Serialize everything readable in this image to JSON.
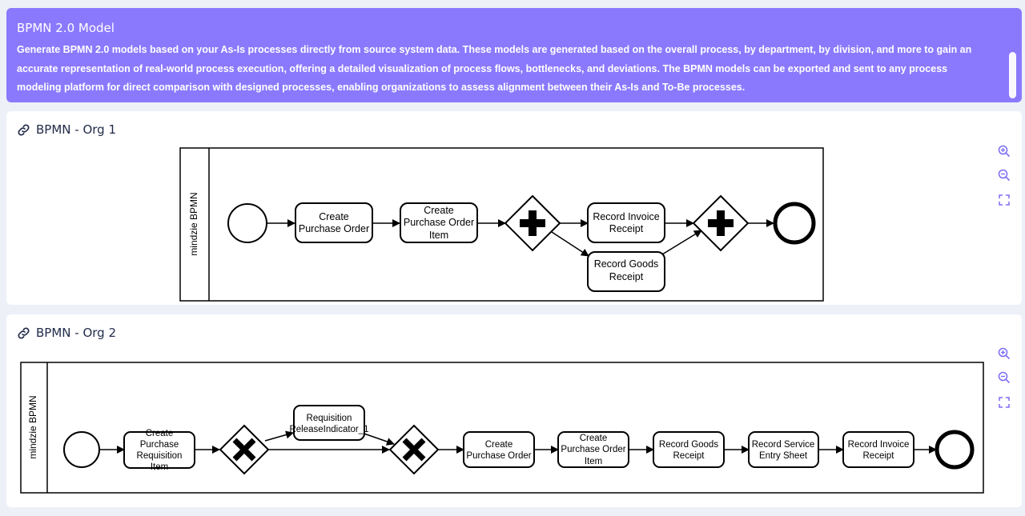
{
  "banner": {
    "title": "BPMN 2.0 Model",
    "description": "Generate BPMN 2.0 models based on your As-Is processes directly from source system data. These models are generated based on the overall process, by department, by division, and more to gain an accurate representation of real-world process execution, offering a detailed visualization of process flows, bottlenecks, and deviations. The BPMN models can be exported and sent to any process modeling platform for direct comparison with designed processes, enabling organizations to assess alignment between their As-Is and To-Be processes."
  },
  "cards": [
    {
      "title": "BPMN - Org 1",
      "pool_label": "mindzie BPMN",
      "tasks": {
        "create_po": [
          "Create",
          "Purchase Order"
        ],
        "create_po_item": [
          "Create",
          "Purchase Order",
          "Item"
        ],
        "record_invoice": [
          "Record Invoice",
          "Receipt"
        ],
        "record_goods": [
          "Record Goods",
          "Receipt"
        ]
      }
    },
    {
      "title": "BPMN - Org 2",
      "pool_label": "mindzie BPMN",
      "tasks": {
        "create_req_item": [
          "Create",
          "Purchase",
          "Requisition",
          "Item"
        ],
        "req_release": [
          "Requisition",
          "ReleaseIndicator_1"
        ],
        "create_po": [
          "Create",
          "Purchase Order"
        ],
        "create_po_item": [
          "Create",
          "Purchase Order",
          "Item"
        ],
        "record_goods": [
          "Record Goods",
          "Receipt"
        ],
        "record_service": [
          "Record Service",
          "Entry Sheet"
        ],
        "record_invoice": [
          "Record Invoice",
          "Receipt"
        ]
      }
    }
  ],
  "icons": {
    "link": "link-icon",
    "zoom_in": "zoom-in-icon",
    "zoom_out": "zoom-out-icon",
    "fit": "fit-screen-icon"
  },
  "colors": {
    "banner": "#8b79fd",
    "accent": "#7b6cf6",
    "title_text": "#222c4a"
  }
}
